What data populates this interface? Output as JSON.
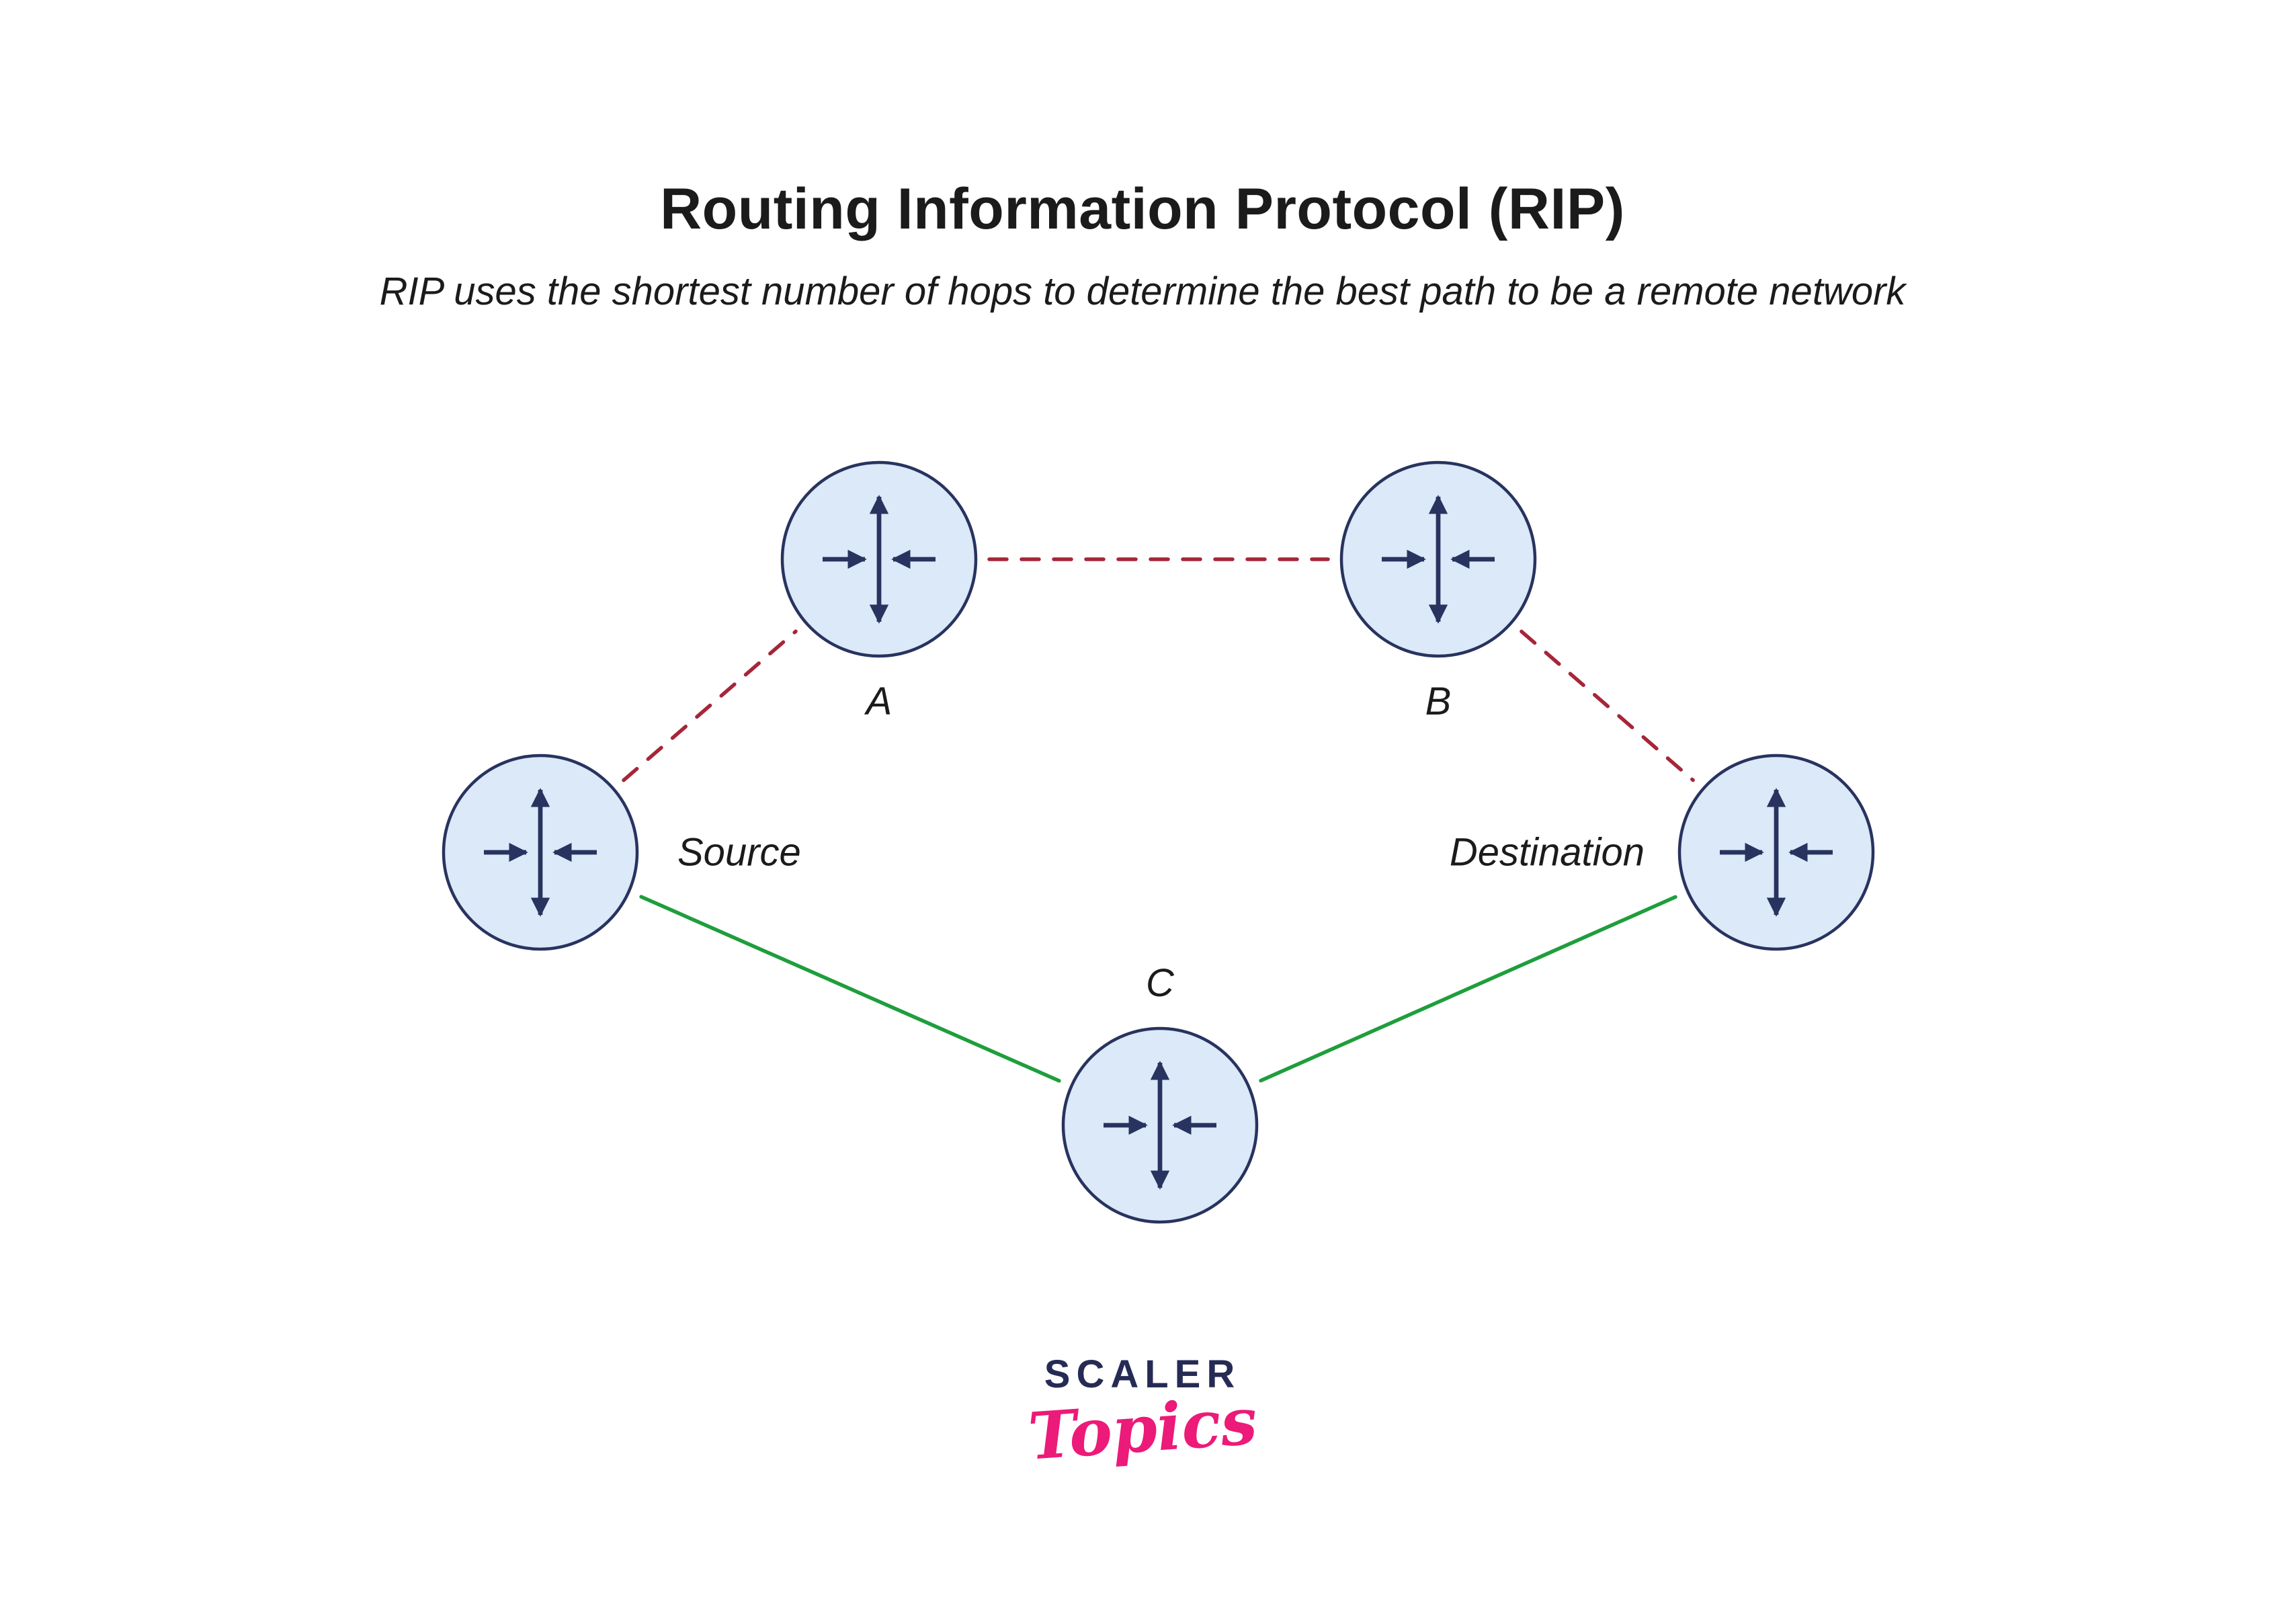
{
  "title": "Routing Information Protocol (RIP)",
  "subtitle": "RIP uses the shortest number of hops to determine the best path to be a remote network",
  "diagram": {
    "nodes": [
      {
        "id": "A",
        "label": "A"
      },
      {
        "id": "B",
        "label": "B"
      },
      {
        "id": "Source",
        "label": "Source"
      },
      {
        "id": "Destination",
        "label": "Destination"
      },
      {
        "id": "C",
        "label": "C"
      }
    ],
    "edges": [
      {
        "from": "Source",
        "to": "A",
        "style": "dashed-red"
      },
      {
        "from": "A",
        "to": "B",
        "style": "dashed-red"
      },
      {
        "from": "B",
        "to": "Destination",
        "style": "dashed-red"
      },
      {
        "from": "Source",
        "to": "C",
        "style": "solid-green"
      },
      {
        "from": "C",
        "to": "Destination",
        "style": "solid-green"
      }
    ]
  },
  "colors": {
    "node_fill": "#dbe9f8",
    "node_stroke": "#28335f",
    "dashed_edge": "#a62639",
    "solid_edge": "#1e9e3c",
    "text": "#1b1b1b",
    "logo_navy": "#252b54",
    "logo_pink": "#ec1a78"
  },
  "logo": {
    "line1": "SCALER",
    "line2": "Topics"
  }
}
